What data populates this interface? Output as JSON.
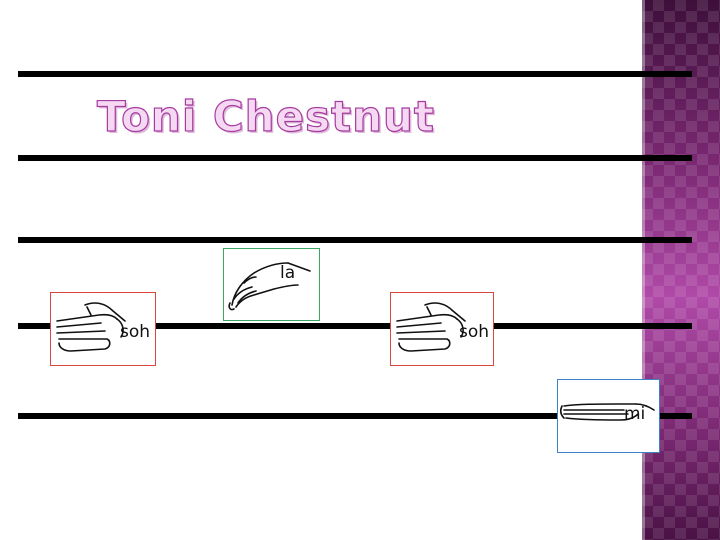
{
  "slide": {
    "title": "Toni Chestnut",
    "colors": {
      "band": "#8e2f86",
      "title_fill": "#f5d8f2",
      "title_outline": "#a63ba0",
      "card_border_red": "#d9463e",
      "card_border_green": "#3aa760",
      "card_border_blue": "#3b82c8"
    }
  },
  "signs": [
    {
      "label": "soh",
      "icon": "hand-sign-soh-icon",
      "border": "red"
    },
    {
      "label": "la",
      "icon": "hand-sign-la-icon",
      "border": "green"
    },
    {
      "label": "soh",
      "icon": "hand-sign-soh-icon",
      "border": "red"
    },
    {
      "label": "mi",
      "icon": "hand-sign-mi-icon",
      "border": "blue"
    }
  ]
}
